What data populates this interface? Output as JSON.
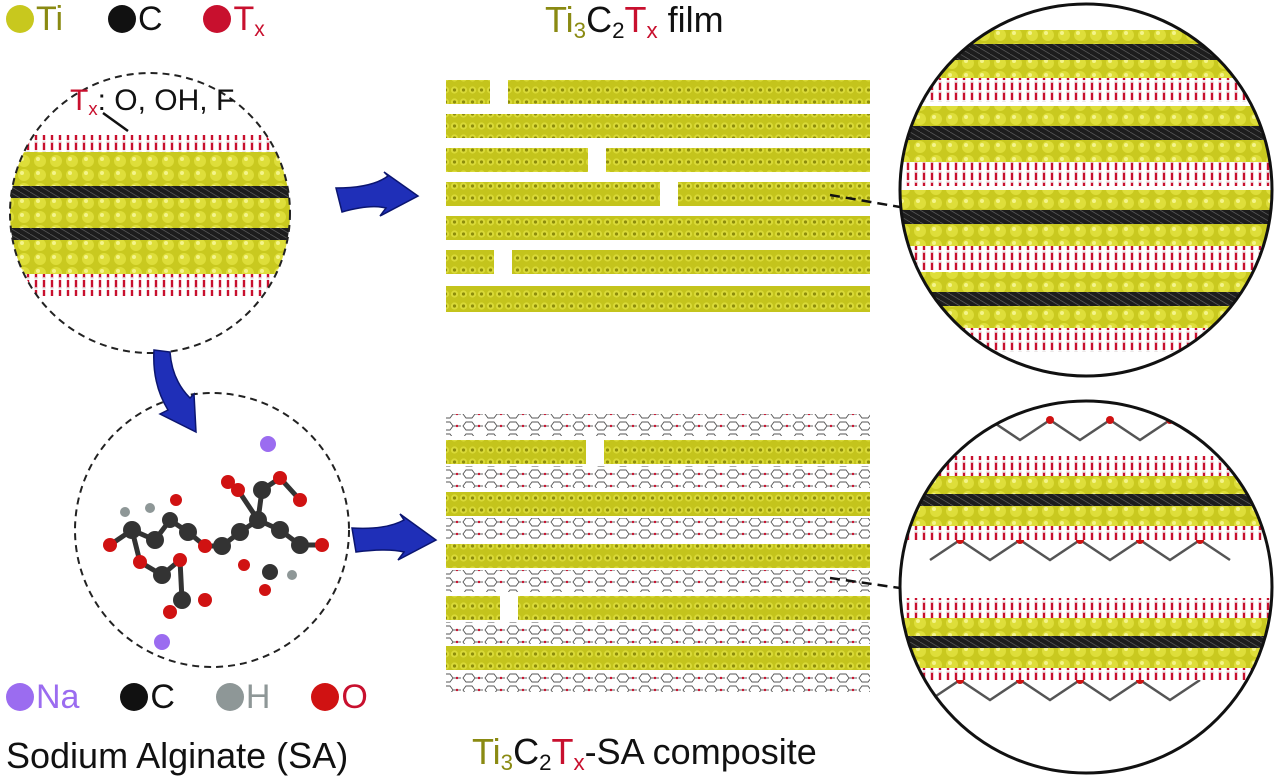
{
  "colors": {
    "ti": "#c8c81e",
    "ti_text": "#8a8a12",
    "carbon": "#111111",
    "tx_red": "#c8102e",
    "na": "#9b6cf0",
    "na_text": "#9b6cf0",
    "hydrogen": "#8e9797",
    "oxygen": "#d01212",
    "arrow": "#1f2fb8"
  },
  "legend_top": {
    "ti": "Ti",
    "c": "C",
    "tx_main": "T",
    "tx_sub": "x"
  },
  "tx_label": {
    "t": "T",
    "sub": "x",
    "rest": ": O, OH, F"
  },
  "film_title": {
    "ti": "Ti",
    "ti_sub": "3",
    "c": "C",
    "c_sub": "2",
    "t": "T",
    "t_sub": "x",
    "rest": " film"
  },
  "composite_title": {
    "ti": "Ti",
    "ti_sub": "3",
    "c": "C",
    "c_sub": "2",
    "t": "T",
    "t_sub": "x",
    "rest": "-SA composite"
  },
  "legend_bottom": {
    "na": "Na",
    "c": "C",
    "h": "H",
    "o": "O"
  },
  "sa_label": "Sodium Alginate (SA)",
  "icons": {
    "arrow": "curved-arrow-icon",
    "atom": "atom-sphere-icon"
  }
}
